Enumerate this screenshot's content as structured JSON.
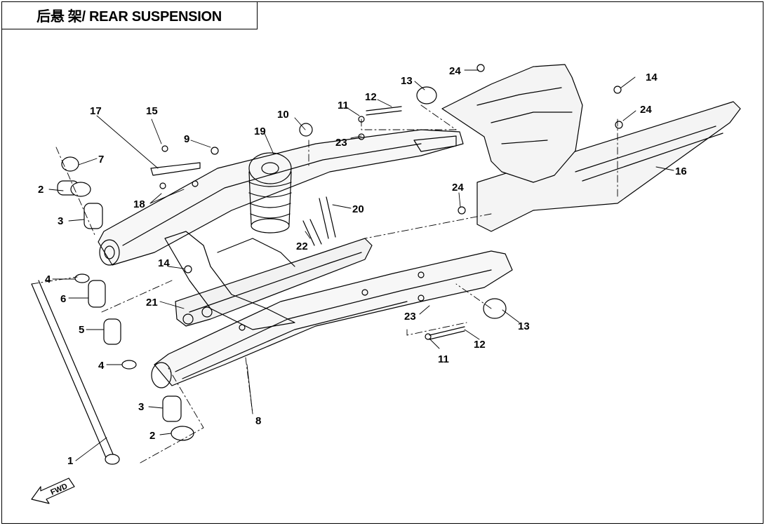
{
  "title": "后悬 架/ REAR SUSPENSION",
  "fwd_label": "FWD",
  "callouts": [
    {
      "id": "c1",
      "label": "1"
    },
    {
      "id": "c2a",
      "label": "2"
    },
    {
      "id": "c2b",
      "label": "2"
    },
    {
      "id": "c3a",
      "label": "3"
    },
    {
      "id": "c3b",
      "label": "3"
    },
    {
      "id": "c4a",
      "label": "4"
    },
    {
      "id": "c4b",
      "label": "4"
    },
    {
      "id": "c5",
      "label": "5"
    },
    {
      "id": "c6",
      "label": "6"
    },
    {
      "id": "c7",
      "label": "7"
    },
    {
      "id": "c8",
      "label": "8"
    },
    {
      "id": "c9",
      "label": "9"
    },
    {
      "id": "c10",
      "label": "10"
    },
    {
      "id": "c11a",
      "label": "11"
    },
    {
      "id": "c11b",
      "label": "11"
    },
    {
      "id": "c12a",
      "label": "12"
    },
    {
      "id": "c12b",
      "label": "12"
    },
    {
      "id": "c13a",
      "label": "13"
    },
    {
      "id": "c13b",
      "label": "13"
    },
    {
      "id": "c14a",
      "label": "14"
    },
    {
      "id": "c14b",
      "label": "14"
    },
    {
      "id": "c15",
      "label": "15"
    },
    {
      "id": "c16",
      "label": "16"
    },
    {
      "id": "c17",
      "label": "17"
    },
    {
      "id": "c18",
      "label": "18"
    },
    {
      "id": "c19",
      "label": "19"
    },
    {
      "id": "c20",
      "label": "20"
    },
    {
      "id": "c21",
      "label": "21"
    },
    {
      "id": "c22",
      "label": "22"
    },
    {
      "id": "c23a",
      "label": "23"
    },
    {
      "id": "c23b",
      "label": "23"
    },
    {
      "id": "c24a",
      "label": "24"
    },
    {
      "id": "c24b",
      "label": "24"
    },
    {
      "id": "c24c",
      "label": "24"
    }
  ]
}
